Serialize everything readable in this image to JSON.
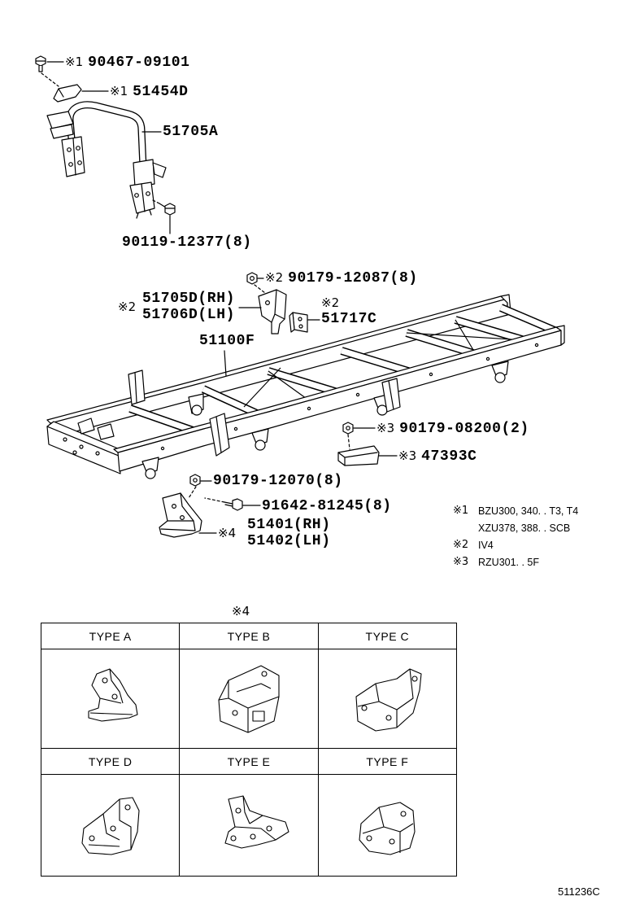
{
  "callouts": {
    "bolt_90467": {
      "mark": "※1",
      "part": "90467-09101"
    },
    "cap_51454d": {
      "mark": "※1",
      "part": "51454D"
    },
    "bracket_51705a": {
      "part": "51705A"
    },
    "bolt_90119": {
      "part": "90119-12377(8)"
    },
    "nut_90179_12087": {
      "mark": "※2",
      "part": "90179-12087(8)"
    },
    "bracket_51705d": {
      "mark": "※2",
      "part_rh": "51705D(RH)",
      "part_lh": "51706D(LH)"
    },
    "plate_51717c": {
      "mark": "※2",
      "part": "51717C"
    },
    "frame_51100f": {
      "part": "51100F"
    },
    "nut_90179_08200": {
      "mark": "※3",
      "part": "90179-08200(2)"
    },
    "bracket_47393c": {
      "mark": "※3",
      "part": "47393C"
    },
    "nut_90179_12070": {
      "part": "90179-12070(8)"
    },
    "bolt_91642": {
      "part": "91642-81245(8)"
    },
    "bracket_51401": {
      "mark": "※4",
      "part_rh": "51401(RH)",
      "part_lh": "51402(LH)"
    }
  },
  "notes": [
    {
      "mark": "※1",
      "lines": [
        "BZU300, 340. . T3, T4",
        "XZU378, 388. . SCB"
      ]
    },
    {
      "mark": "※2",
      "lines": [
        "IV4"
      ]
    },
    {
      "mark": "※3",
      "lines": [
        "RZU301. . 5F"
      ]
    }
  ],
  "type_table": {
    "mark": "※4",
    "types": [
      "TYPE A",
      "TYPE B",
      "TYPE C",
      "TYPE D",
      "TYPE E",
      "TYPE F"
    ]
  },
  "figure_code": "511236C"
}
